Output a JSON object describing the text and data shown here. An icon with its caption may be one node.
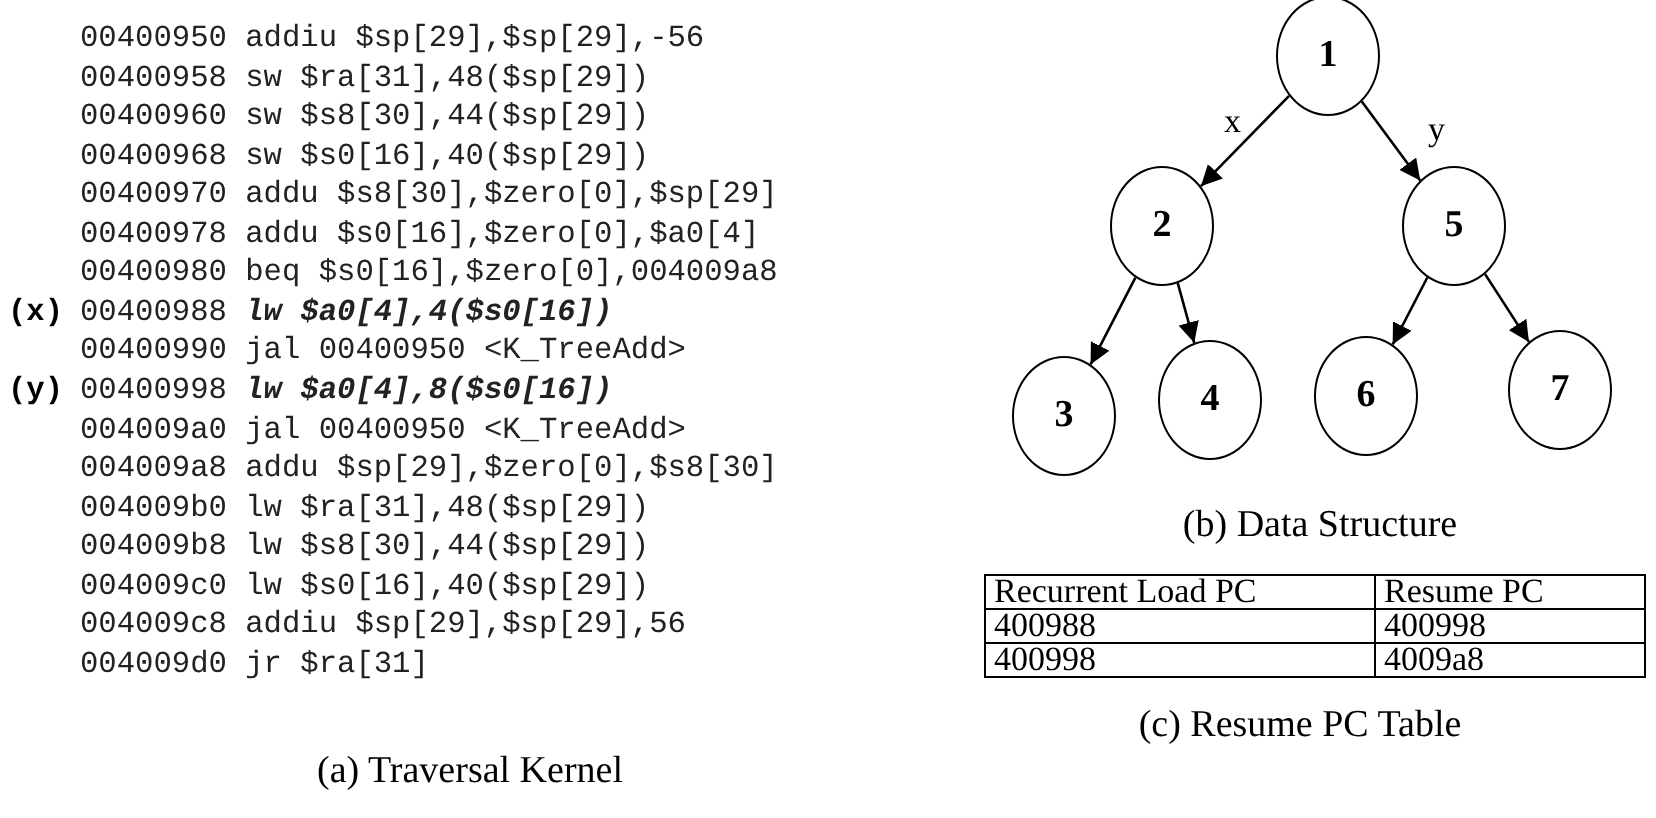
{
  "diagram": {
    "nodes": [
      {
        "text": [
          "1"
        ]
      },
      {
        "text": [
          "2"
        ]
      },
      {
        "text": [
          "3"
        ]
      },
      {
        "text": [
          "4"
        ]
      },
      {
        "text": [
          "5"
        ]
      },
      {
        "text": [
          "6"
        ]
      },
      {
        "text": [
          "7"
        ]
      }
    ],
    "edges": [
      {
        "from": 0,
        "to": 1,
        "arrow": "to",
        "label": "x"
      },
      {
        "from": 0,
        "to": 4,
        "arrow": "to",
        "label": "y"
      },
      {
        "from": 1,
        "to": 2,
        "arrow": "to"
      },
      {
        "from": 1,
        "to": 3,
        "arrow": "to"
      },
      {
        "from": 4,
        "to": 5,
        "arrow": "to"
      },
      {
        "from": 4,
        "to": 6,
        "arrow": "to"
      }
    ],
    "labels": [
      "00400950 addiu $sp[29],$sp[29],-56",
      "00400958 sw $ra[31],48($sp[29])",
      "00400960 sw $s8[30],44($sp[29])",
      "00400968 sw $s0[16],40($sp[29])",
      "00400970 addu $s8[30],$zero[0],$sp[29]",
      "00400978 addu $s0[16],$zero[0],$a0[4]",
      "00400980 beq $s0[16],$zero[0],004009a8",
      "(x)",
      "00400988 **lw $a0[4],4($s0[16])**",
      "00400990 jal 00400950 <K_TreeAdd>",
      "(y)",
      "00400998 **lw $a0[4],8($s0[16])**",
      "004009a0 jal 00400950 <K_TreeAdd>",
      "004009a8 addu $sp[29],$zero[0],$s8[30]",
      "004009b0 lw $ra[31],48($sp[29])",
      "004009b8 lw $s8[30],44($sp[29])",
      "004009c0 lw $s0[16],40($sp[29])",
      "004009c8 addiu $sp[29],$sp[29],56",
      "004009d0 jr $ra[31]",
      "(a) Traversal Kernel",
      "(b) Data Structure",
      "Recurrent Load PC",
      "Resume PC",
      "400988",
      "400998",
      "400998",
      "4009a8",
      "(c) Resume PC Table"
    ]
  }
}
